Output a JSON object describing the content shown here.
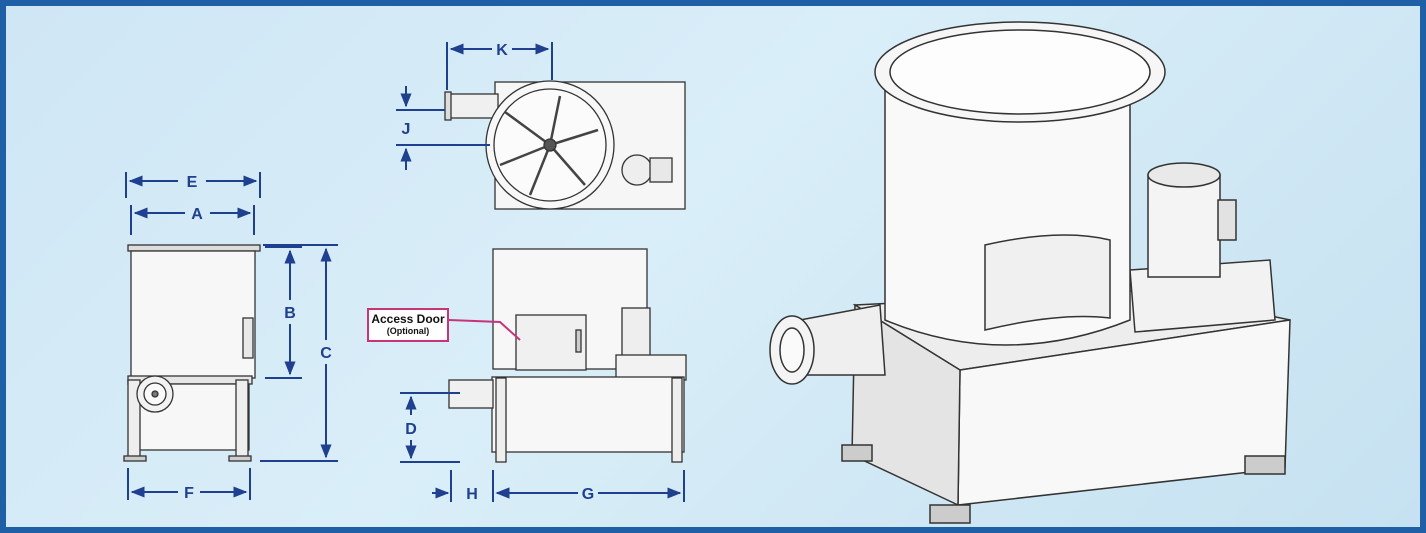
{
  "dimensions": {
    "a": "A",
    "b": "B",
    "c": "C",
    "d": "D",
    "e": "E",
    "f": "F",
    "g": "G",
    "h": "H",
    "j": "J",
    "k": "K"
  },
  "callout": {
    "title": "Access Door",
    "subtitle": "(Optional)"
  },
  "colors": {
    "border": "#1f5fa6",
    "dimension": "#1f3f8f",
    "callout": "#c8347a",
    "background": "#d3eaf6"
  }
}
